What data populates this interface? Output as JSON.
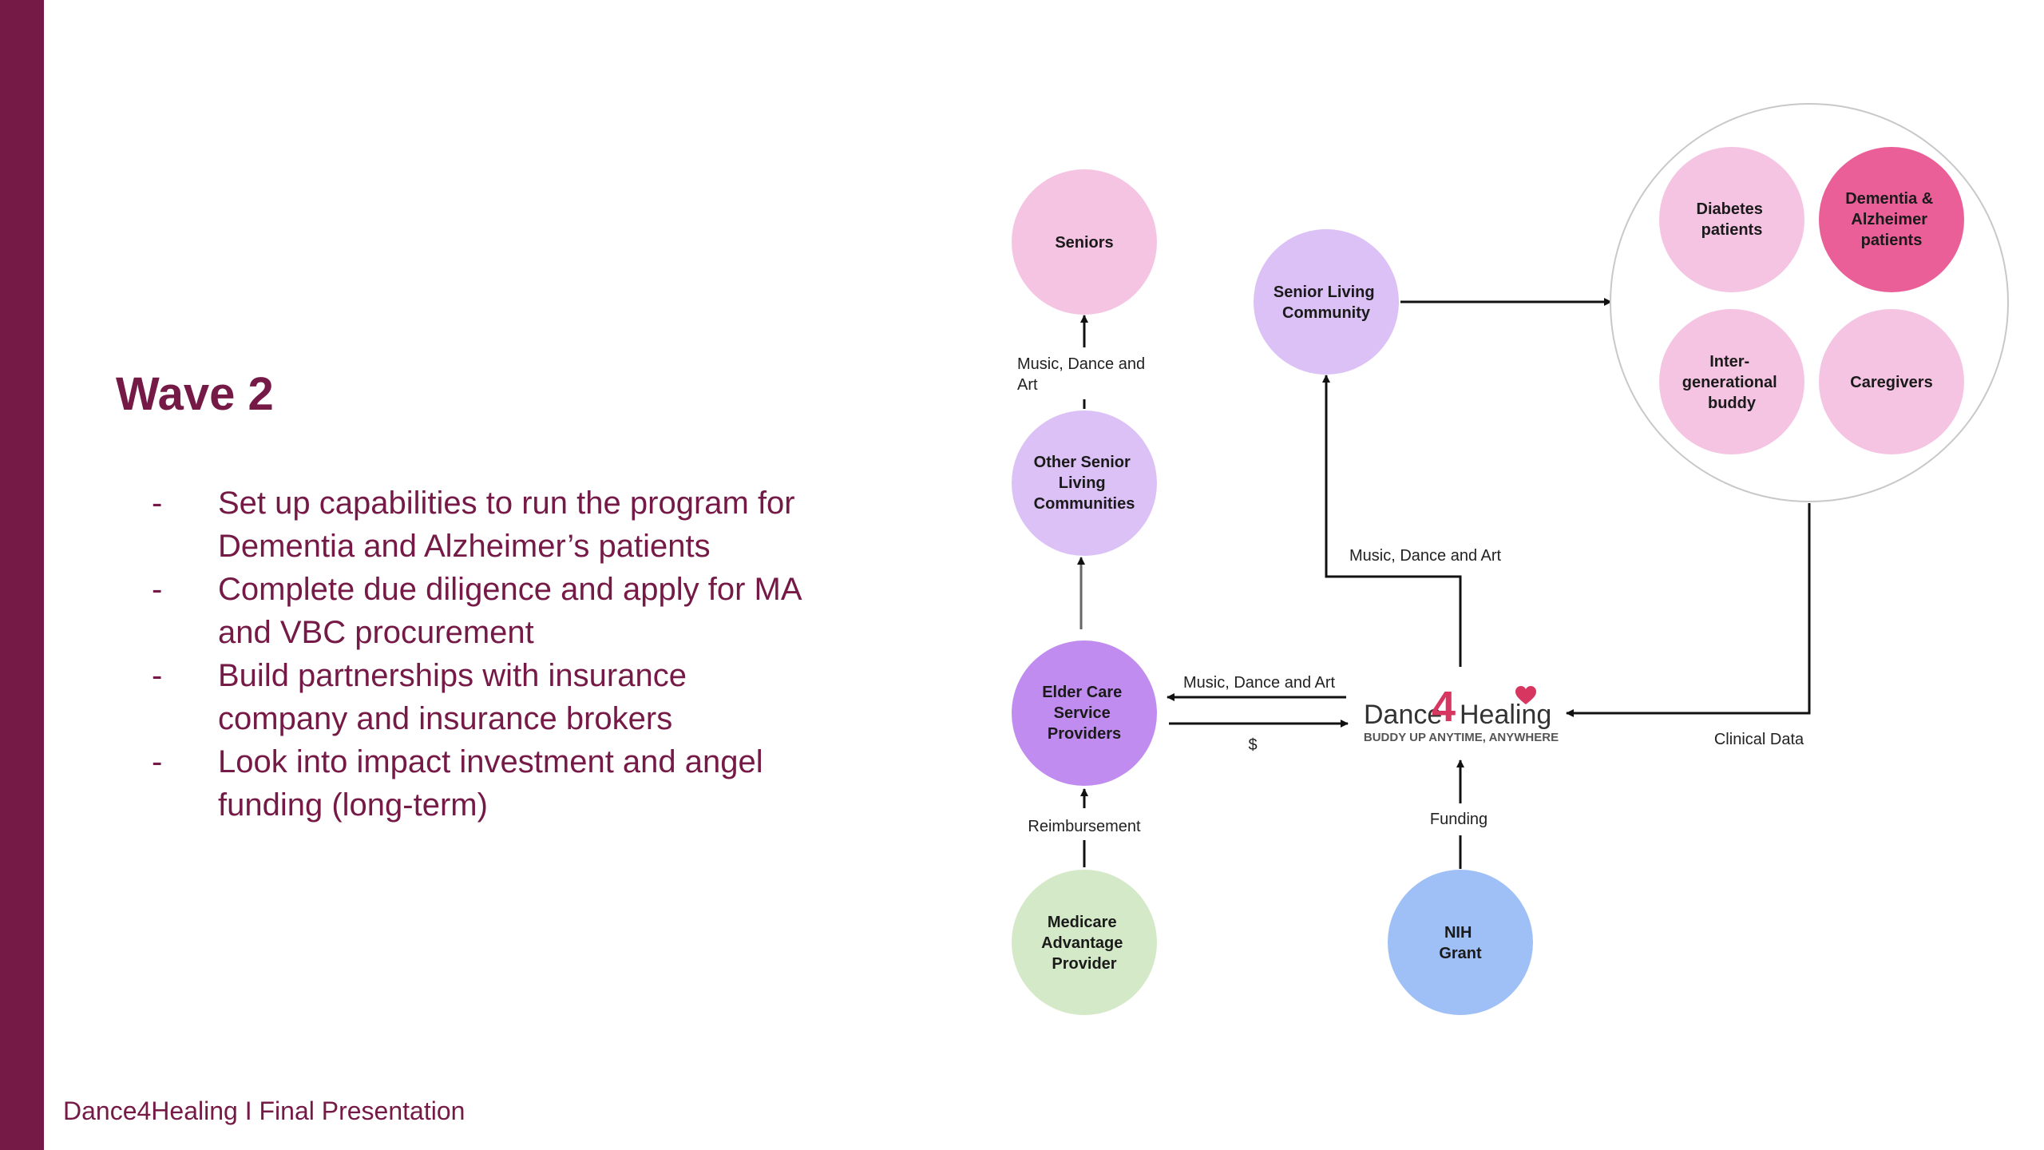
{
  "slide": {
    "title": "Wave 2",
    "footer": "Dance4Healing I Final Presentation",
    "bullet_marker": "-",
    "bullets": [
      {
        "line1": "Set up capabilities to run the program for",
        "line2": "Dementia and Alzheimer’s patients"
      },
      {
        "line1": "Complete due diligence and apply for MA",
        "line2": "and VBC procurement"
      },
      {
        "line1": "Build partnerships with insurance",
        "line2": "company and insurance brokers"
      },
      {
        "line1": "Look into impact investment and angel",
        "line2": "funding (long-term)"
      }
    ]
  },
  "colors": {
    "brand": "#751a46",
    "seniors": "#f5c4e2",
    "other_senior_living": "#dcc1f6",
    "senior_living": "#dcc1f6",
    "elder_care": "#c08cef",
    "medicare": "#d4e9c8",
    "nih": "#9fc0f7",
    "diabetes": "#f5c4e2",
    "dementia": "#ea5f98",
    "intergenerational": "#f5c4e2",
    "caregivers": "#f5c4e2",
    "logo_accent": "#d6365f"
  },
  "diagram": {
    "nodes": {
      "seniors": {
        "lines": [
          "Seniors"
        ]
      },
      "other_senior_living": {
        "lines": [
          "Other Senior",
          "Living",
          "Communities"
        ]
      },
      "elder_care": {
        "lines": [
          "Elder Care",
          "Service",
          "Providers"
        ]
      },
      "medicare": {
        "lines": [
          "Medicare",
          "Advantage",
          "Provider"
        ]
      },
      "senior_living": {
        "lines": [
          "Senior Living",
          "Community"
        ]
      },
      "nih": {
        "lines": [
          "NIH",
          "Grant"
        ]
      },
      "diabetes": {
        "lines": [
          "Diabetes",
          "patients"
        ]
      },
      "dementia": {
        "lines": [
          "Dementia &",
          "Alzheimer",
          "patients"
        ]
      },
      "intergenerational": {
        "lines": [
          "Inter-",
          "generational",
          "buddy"
        ]
      },
      "caregivers": {
        "lines": [
          "Caregivers"
        ]
      }
    },
    "edges": {
      "to_seniors": {
        "line1": "Music, Dance and",
        "line2": "Art"
      },
      "to_senior_living": "Music, Dance and Art",
      "to_elder_care": "Music, Dance and Art",
      "payment": "$",
      "reimbursement": "Reimbursement",
      "funding": "Funding",
      "clinical_data": "Clinical Data"
    },
    "logo": {
      "word1": "Dance",
      "digit": "4",
      "word2": "Healing",
      "tagline": "BUDDY UP ANYTIME, ANYWHERE"
    }
  }
}
